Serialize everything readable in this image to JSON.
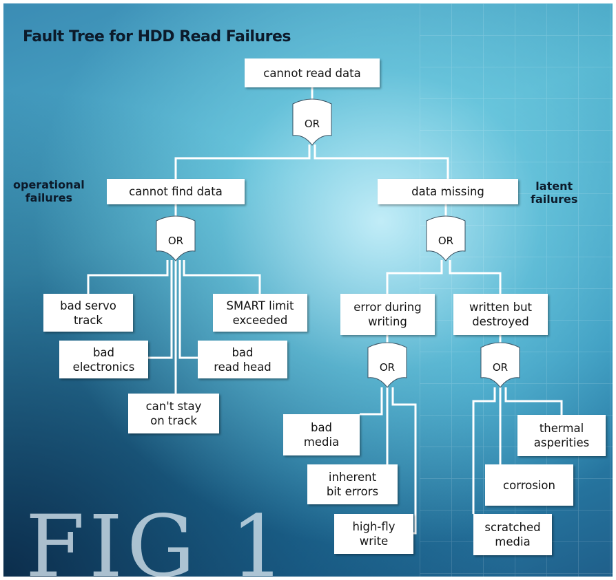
{
  "title": "Fault Tree for HDD Read Failures",
  "side_labels": {
    "left": "operational\nfailures",
    "right": "latent\nfailures"
  },
  "gate_label": "OR",
  "figure_label": "FIG 1",
  "nodes": {
    "root": "cannot read data",
    "cannot_find": "cannot find data",
    "data_missing": "data missing",
    "bad_servo": "bad servo\ntrack",
    "bad_electronics": "bad\nelectronics",
    "cant_stay": "can't stay\non track",
    "bad_read_head": "bad\nread head",
    "smart_limit": "SMART limit\nexceeded",
    "error_writing": "error during\nwriting",
    "written_destroyed": "written but\ndestroyed",
    "bad_media": "bad\nmedia",
    "inherent_bit": "inherent\nbit errors",
    "high_fly": "high-fly\nwrite",
    "thermal": "thermal\nasperities",
    "corrosion": "corrosion",
    "scratched": "scratched\nmedia"
  },
  "colors": {
    "wire": "#ffffff",
    "node_fill": "#ffffff",
    "gate_fill": "#ffffff"
  }
}
